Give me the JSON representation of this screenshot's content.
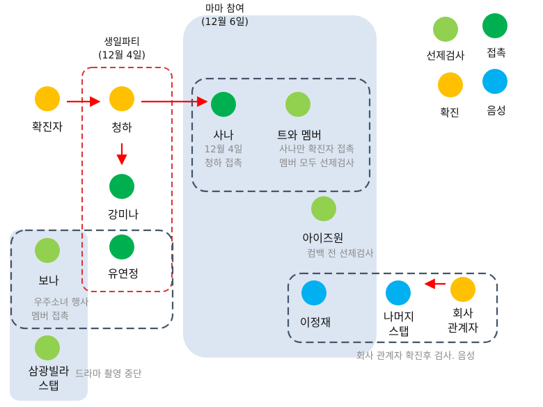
{
  "colors": {
    "confirmed": "#FFC000",
    "contact": "#00B050",
    "pre_test": "#92D050",
    "negative": "#00B0F0",
    "region_fill": "#DCE6F2",
    "group_border": "#44546A",
    "party_border": "#E03030",
    "arrow": "#FF0000"
  },
  "legend": {
    "pre_test": "선제검사",
    "contact": "접촉",
    "confirmed": "확진",
    "negative": "음성"
  },
  "regions": {
    "drama": {
      "title_line1": "마마 참여",
      "title_line2": "(12월 6일)"
    },
    "birthday": {
      "title_line1": "생일파티",
      "title_line2": "(12월 4일)"
    },
    "samgwang_note": "드라마 촬영 중단"
  },
  "nodes": {
    "confirmed_person": {
      "label": "확진자",
      "status": "confirmed"
    },
    "cheongha": {
      "label": "청하",
      "status": "confirmed"
    },
    "kang_mina": {
      "label": "강미나",
      "status": "contact"
    },
    "yu_yeonjeong": {
      "label": "유연정",
      "status": "contact"
    },
    "bona": {
      "label": "보나",
      "status": "pre_test"
    },
    "sana": {
      "label": "사나",
      "status": "contact",
      "note_line1": "12월 4일",
      "note_line2": "청하 접촉"
    },
    "twice_members": {
      "label": "트와 멤버",
      "status": "pre_test",
      "note_line1": "사나만 확진자 접촉",
      "note_line2": "멤버 모두 선제검사"
    },
    "izone": {
      "label": "아이즈원",
      "status": "pre_test",
      "note": "컴백 전 선제검사"
    },
    "samgwang_staff": {
      "label_line1": "삼광빌라",
      "label_line2": "스탭",
      "status": "pre_test"
    },
    "lee_jeongjae": {
      "label": "이정재",
      "status": "negative"
    },
    "other_staff": {
      "label_line1": "나머지",
      "label_line2": "스탭",
      "status": "negative"
    },
    "company_person": {
      "label_line1": "회사",
      "label_line2": "관계자",
      "status": "confirmed"
    }
  },
  "groups": {
    "wjsn": {
      "note_line1": "우주소녀 행사",
      "note_line2": "멤버 접촉"
    },
    "company": {
      "note": "회사 관계자 확진후 검사. 음성"
    }
  }
}
